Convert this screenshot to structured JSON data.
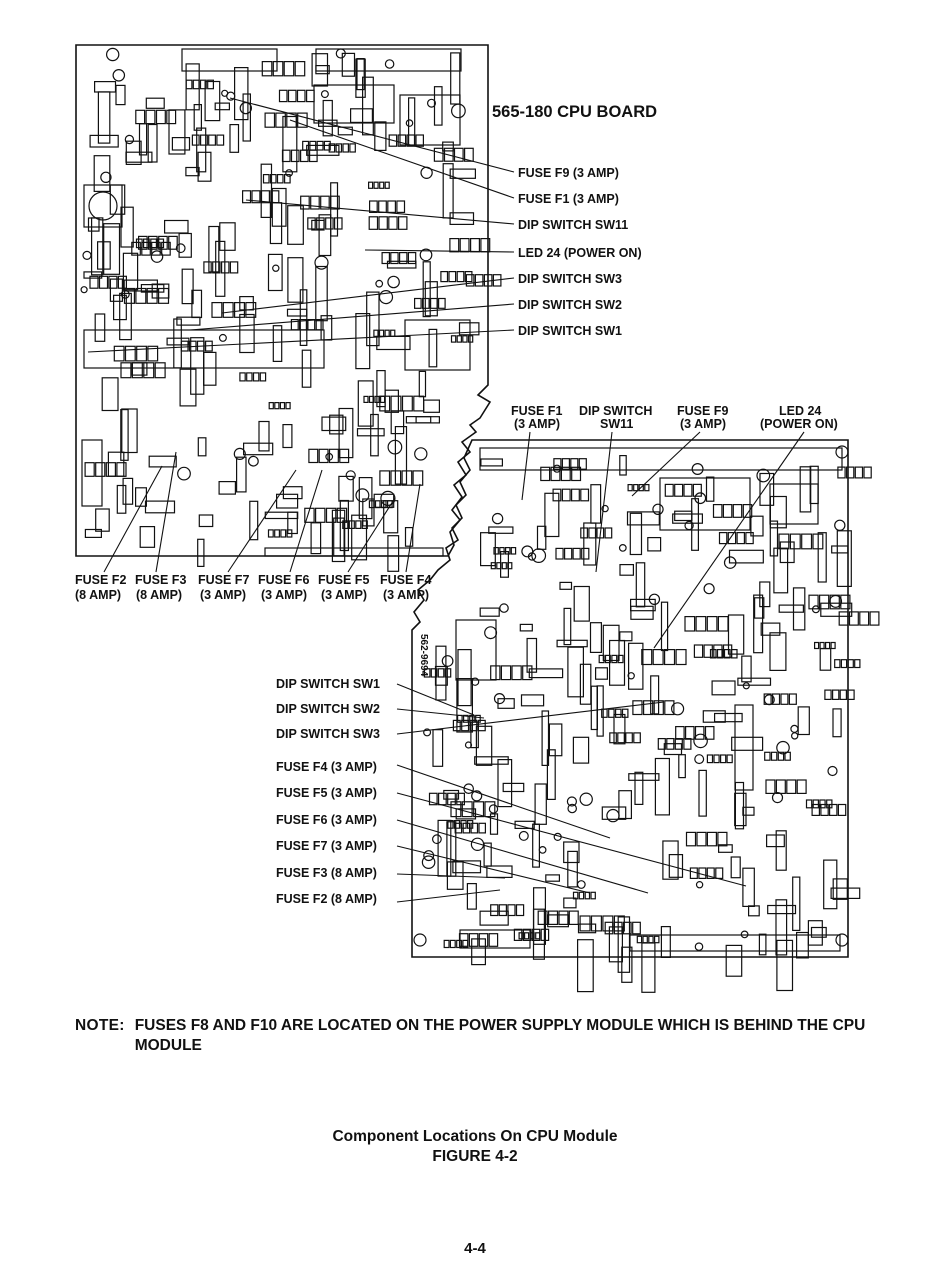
{
  "board_title": "565-180 CPU BOARD",
  "rear_callouts": [
    "FUSE F9 (3 AMP)",
    "FUSE F1 (3 AMP)",
    "DIP SWITCH SW11",
    "LED 24 (POWER ON)",
    "DIP SWITCH SW3",
    "DIP SWITCH SW2",
    "DIP SWITCH SW1"
  ],
  "bottom_callouts": [
    {
      "name": "FUSE F2",
      "rating": "(8 AMP)"
    },
    {
      "name": "FUSE F3",
      "rating": "(8 AMP)"
    },
    {
      "name": "FUSE F7",
      "rating": "(3 AMP)"
    },
    {
      "name": "FUSE F6",
      "rating": "(3 AMP)"
    },
    {
      "name": "FUSE F5",
      "rating": "(3 AMP)"
    },
    {
      "name": "FUSE F4",
      "rating": "(3 AMP)"
    }
  ],
  "front_top_callouts": [
    {
      "name": "FUSE F1",
      "rating": "(3 AMP)"
    },
    {
      "name": "DIP SWITCH",
      "rating": "SW11"
    },
    {
      "name": "FUSE F9",
      "rating": "(3 AMP)"
    },
    {
      "name": "LED 24",
      "rating": "(POWER ON)"
    }
  ],
  "front_left_callouts": [
    "DIP SWITCH SW1",
    "DIP SWITCH SW2",
    "DIP SWITCH SW3",
    "FUSE F4 (3 AMP)",
    "FUSE F5 (3 AMP)",
    "FUSE F6 (3 AMP)",
    "FUSE F7 (3 AMP)",
    "FUSE F3 (8 AMP)",
    "FUSE F2 (8 AMP)"
  ],
  "board_serial": "562-9694",
  "note": {
    "label": "NOTE:",
    "text": "FUSES F8 AND F10 ARE LOCATED ON THE POWER SUPPLY MODULE WHICH IS BEHIND THE CPU MODULE"
  },
  "caption": {
    "title": "Component Locations On CPU Module",
    "figure": "FIGURE 4-2"
  },
  "page_number": "4-4"
}
